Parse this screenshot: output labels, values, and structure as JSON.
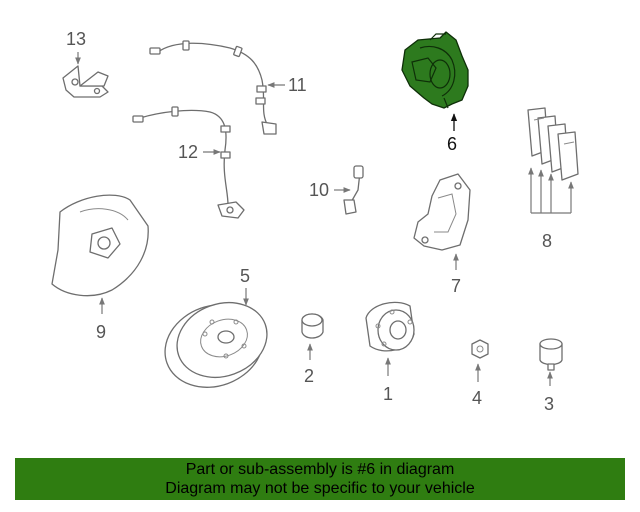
{
  "diagram": {
    "callouts": {
      "c1": "1",
      "c2": "2",
      "c3": "3",
      "c4": "4",
      "c5": "5",
      "c6": "6",
      "c7": "7",
      "c8": "8",
      "c9": "9",
      "c10": "10",
      "c11": "11",
      "c12": "12",
      "c13": "13"
    },
    "highlighted_part": "6",
    "highlight_color": "#2d7a1e"
  },
  "banner": {
    "line1": "Part or sub-assembly is #6 in diagram",
    "line2": "Diagram may not be specific to your vehicle",
    "background": "#2f7d11"
  }
}
